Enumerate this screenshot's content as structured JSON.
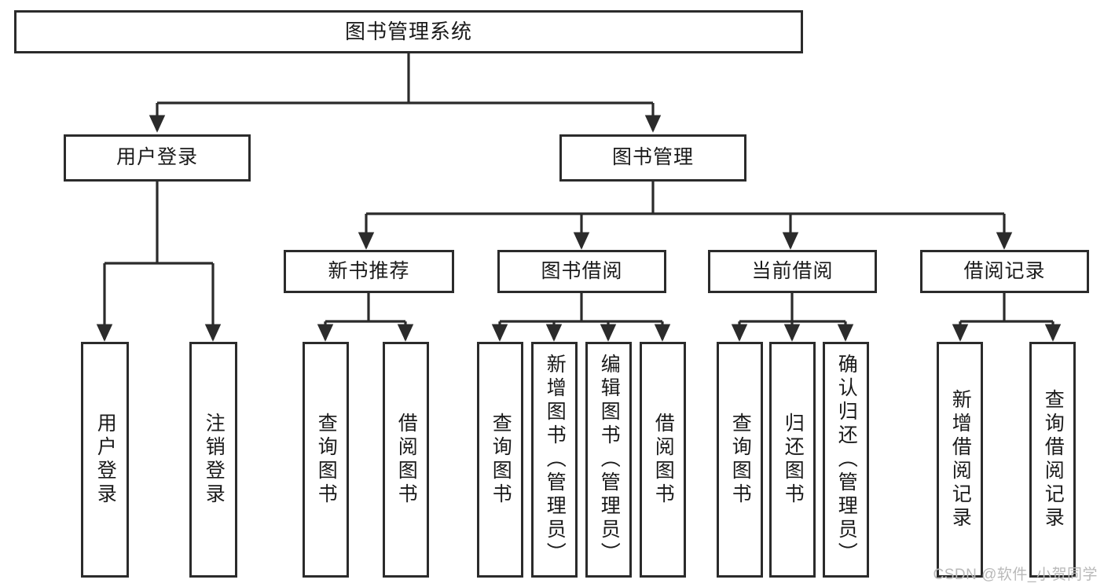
{
  "diagram": {
    "title": "图书管理系统",
    "type": "hierarchy-tree",
    "watermark": "CSDN @软件_小贺同学",
    "line_color": "#2b2b2b",
    "box_fill": "#ffffff",
    "text_color": "#1a1a1a"
  },
  "nodes": {
    "root": {
      "label": "图书管理系统"
    },
    "level2": [
      {
        "label": "用户登录"
      },
      {
        "label": "图书管理"
      }
    ],
    "level3": [
      {
        "label": "新书推荐"
      },
      {
        "label": "图书借阅"
      },
      {
        "label": "当前借阅"
      },
      {
        "label": "借阅记录"
      }
    ],
    "leaves": {
      "user_login": [
        {
          "label": "用户登录"
        },
        {
          "label": "注销登录"
        }
      ],
      "new_books": [
        {
          "label": "查询图书"
        },
        {
          "label": "借阅图书"
        }
      ],
      "book_borrow": [
        {
          "label": "查询图书"
        },
        {
          "label": "新增图书（管理员）"
        },
        {
          "label": "编辑图书（管理员）"
        },
        {
          "label": "借阅图书"
        }
      ],
      "current_borrow": [
        {
          "label": "查询图书"
        },
        {
          "label": "归还图书"
        },
        {
          "label": "确认归还（管理员）"
        }
      ],
      "borrow_records": [
        {
          "label": "新增借阅记录"
        },
        {
          "label": "查询借阅记录"
        }
      ]
    }
  }
}
